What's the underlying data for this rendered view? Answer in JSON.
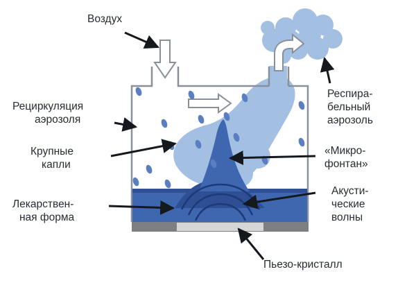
{
  "labels": {
    "air": "Воздух",
    "recirculation_line1": "Рециркуляция",
    "recirculation_line2": "аэрозоля",
    "large_drops_line1": "Крупные",
    "large_drops_line2": "капли",
    "drug_form_line1": "Лекарствен-",
    "drug_form_line2": "ная форма",
    "respirable_line1": "Респира-",
    "respirable_line2": "бельный",
    "respirable_line3": "аэрозоль",
    "microfountain_line1": "«Микро-",
    "microfountain_line2": "фонтан»",
    "acoustic_line1": "Акусти-",
    "acoustic_line2": "ческие",
    "acoustic_line3": "волны",
    "piezo": "Пьезо-кристалл"
  },
  "colors": {
    "liquid": "#3f67b0",
    "liquid_dark": "#2e4f93",
    "aerosol": "#9fbde0",
    "droplet": "#5a7fc0",
    "wall": "#8a9099",
    "base": "#7d7f82",
    "crystal": "#d6d6d6",
    "text": "#262c33",
    "arrow": "#15191e"
  }
}
